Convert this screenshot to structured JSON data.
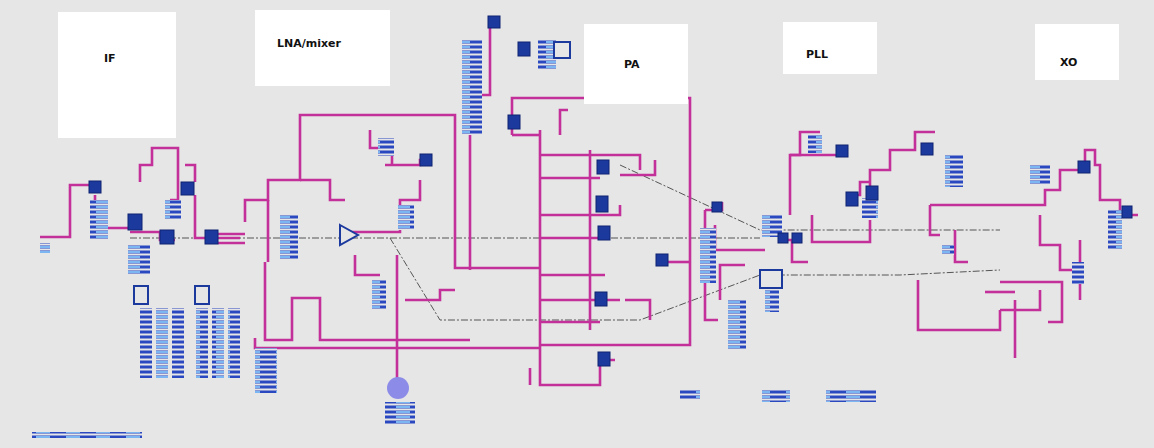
{
  "diagram": {
    "nodes": [
      {
        "text": [
          "IF"
        ]
      },
      {
        "text": [
          "LNA/mixer"
        ]
      },
      {
        "text": [
          "PA"
        ]
      },
      {
        "text": [
          "PLL"
        ]
      },
      {
        "text": [
          "XO"
        ]
      }
    ]
  }
}
